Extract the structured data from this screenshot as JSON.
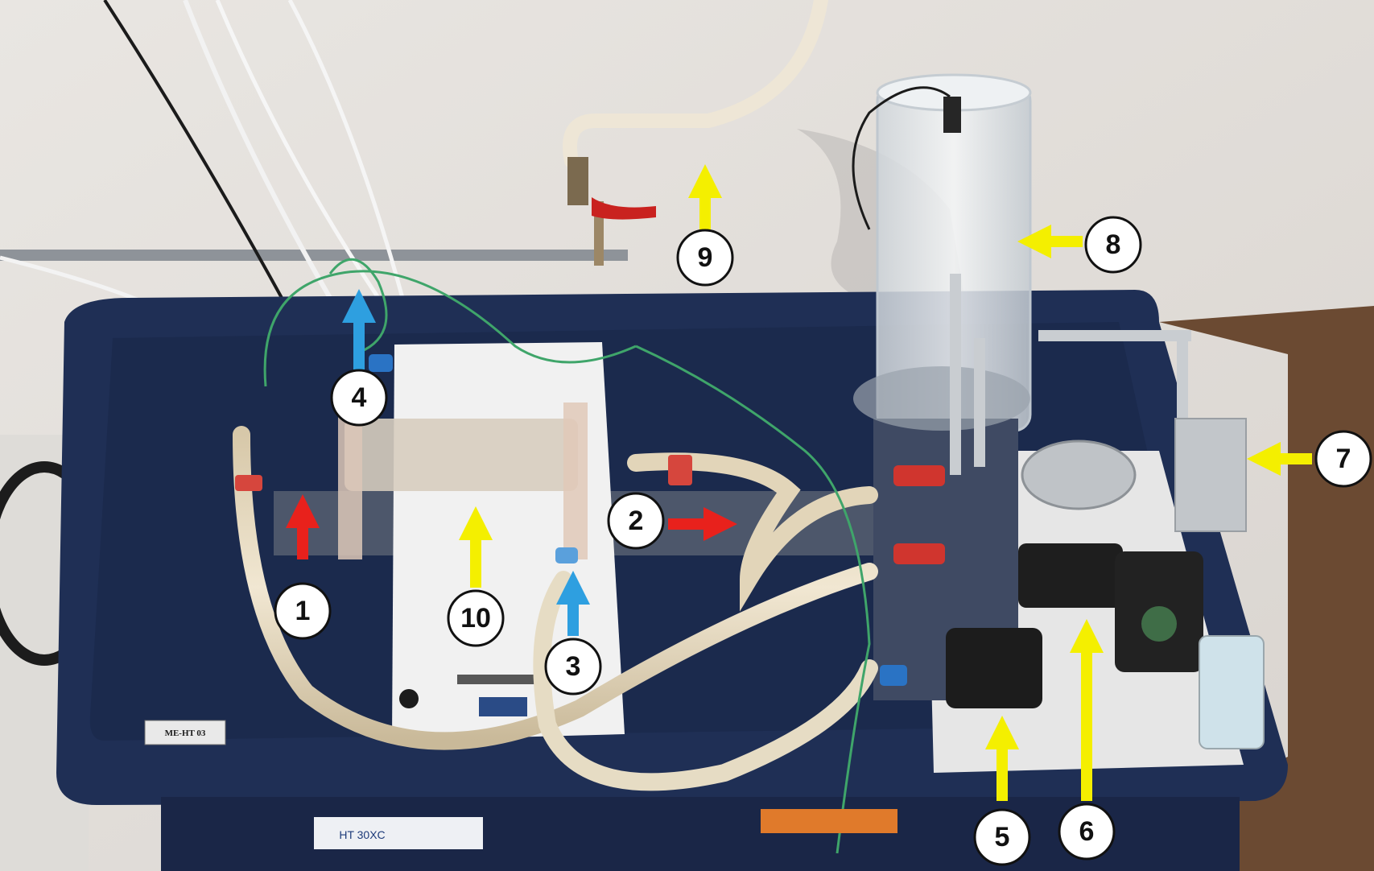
{
  "labels": {
    "l1": "1",
    "l2": "2",
    "l3": "3",
    "l4": "4",
    "l5": "5",
    "l6": "6",
    "l7": "7",
    "l8": "8",
    "l9": "9",
    "l10": "10",
    "plate": "ME-HT 03",
    "front_plate": "HT 30XC"
  },
  "arrow_colors": {
    "red": "#e8211c",
    "blue": "#2e9fe0",
    "yellow": "#f4ef00"
  },
  "palette": {
    "wall": "#e4e0dc",
    "bench_top": "#1f2f55",
    "bench_inner": "#1a2649",
    "white_panel": "#f0f0f0",
    "table": "#6b4a32",
    "tube": "#e6dcc4"
  }
}
